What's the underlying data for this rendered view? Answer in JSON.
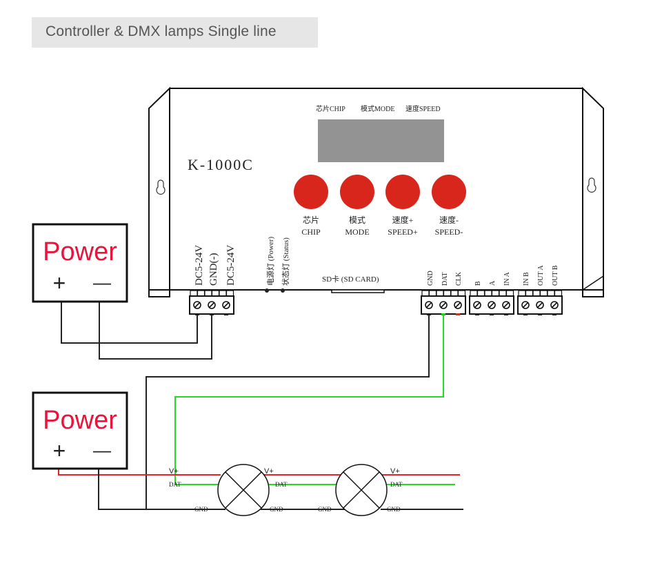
{
  "header": {
    "title": "Controller & DMX lamps Single line"
  },
  "controller": {
    "model": "K-1000C",
    "display_labels": [
      "芯片CHIP",
      "模式MODE",
      "速度SPEED"
    ],
    "buttons": [
      {
        "cn": "芯片",
        "en": "CHIP"
      },
      {
        "cn": "模式",
        "en": "MODE"
      },
      {
        "cn": "速度+",
        "en": "SPEED+"
      },
      {
        "cn": "速度-",
        "en": "SPEED-"
      }
    ],
    "power_terminal_labels": [
      "DC5-24V",
      "GND(-)",
      "DC5-24V"
    ],
    "indicators": [
      "电源灯 (Power)",
      "状态灯 (Status)"
    ],
    "sd_card_label": "SD卡 (SD CARD)",
    "output_terminal_labels": [
      "GND",
      "DAT",
      "CLK"
    ],
    "dmx_in_labels": [
      "B",
      "A",
      "IN A"
    ],
    "dmx_out_labels": [
      "IN B",
      "OUT A",
      "OUT B"
    ],
    "button_color": "#d9261c"
  },
  "power_supplies": [
    {
      "label": "Power",
      "plus": "+",
      "minus": "—"
    },
    {
      "label": "Power",
      "plus": "+",
      "minus": "—"
    }
  ],
  "lamp_labels": {
    "vplus": "V+",
    "dat": "DAT",
    "gnd": "GND"
  },
  "wire_colors": {
    "vplus": "#e8202a",
    "dat": "#22dd22",
    "gnd": "#111111"
  }
}
